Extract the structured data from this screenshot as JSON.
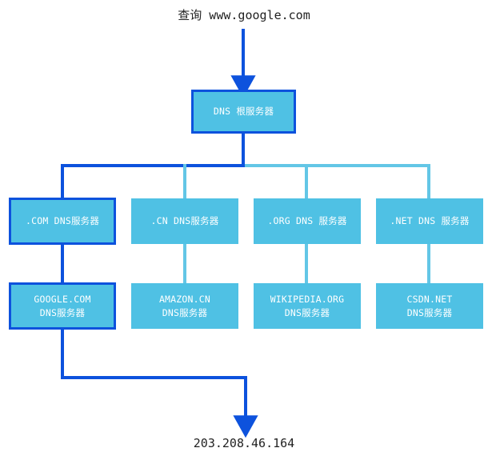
{
  "diagram": {
    "title_query": "查询 www.google.com",
    "result_ip": "203.208.46.164",
    "colors": {
      "node_fill": "#4FC1E4",
      "highlight_stroke": "#0D52DD",
      "normal_stroke": "#4FC1E4",
      "text_on_node": "#FFFFFF",
      "caption_text": "#222222"
    },
    "root": {
      "label": "DNS 根服务器"
    },
    "tld_servers": [
      {
        "label": ".COM DNS服务器",
        "highlighted": true
      },
      {
        "label": ".CN DNS服务器",
        "highlighted": false
      },
      {
        "label": ".ORG DNS 服务器",
        "highlighted": false
      },
      {
        "label": ".NET DNS 服务器",
        "highlighted": false
      }
    ],
    "authoritative_servers": [
      {
        "line1": "GOOGLE.COM",
        "line2": "DNS服务器",
        "highlighted": true
      },
      {
        "line1": "AMAZON.CN",
        "line2": "DNS服务器",
        "highlighted": false
      },
      {
        "line1": "WIKIPEDIA.ORG",
        "line2": "DNS服务器",
        "highlighted": false
      },
      {
        "line1": "CSDN.NET",
        "line2": "DNS服务器",
        "highlighted": false
      }
    ]
  }
}
